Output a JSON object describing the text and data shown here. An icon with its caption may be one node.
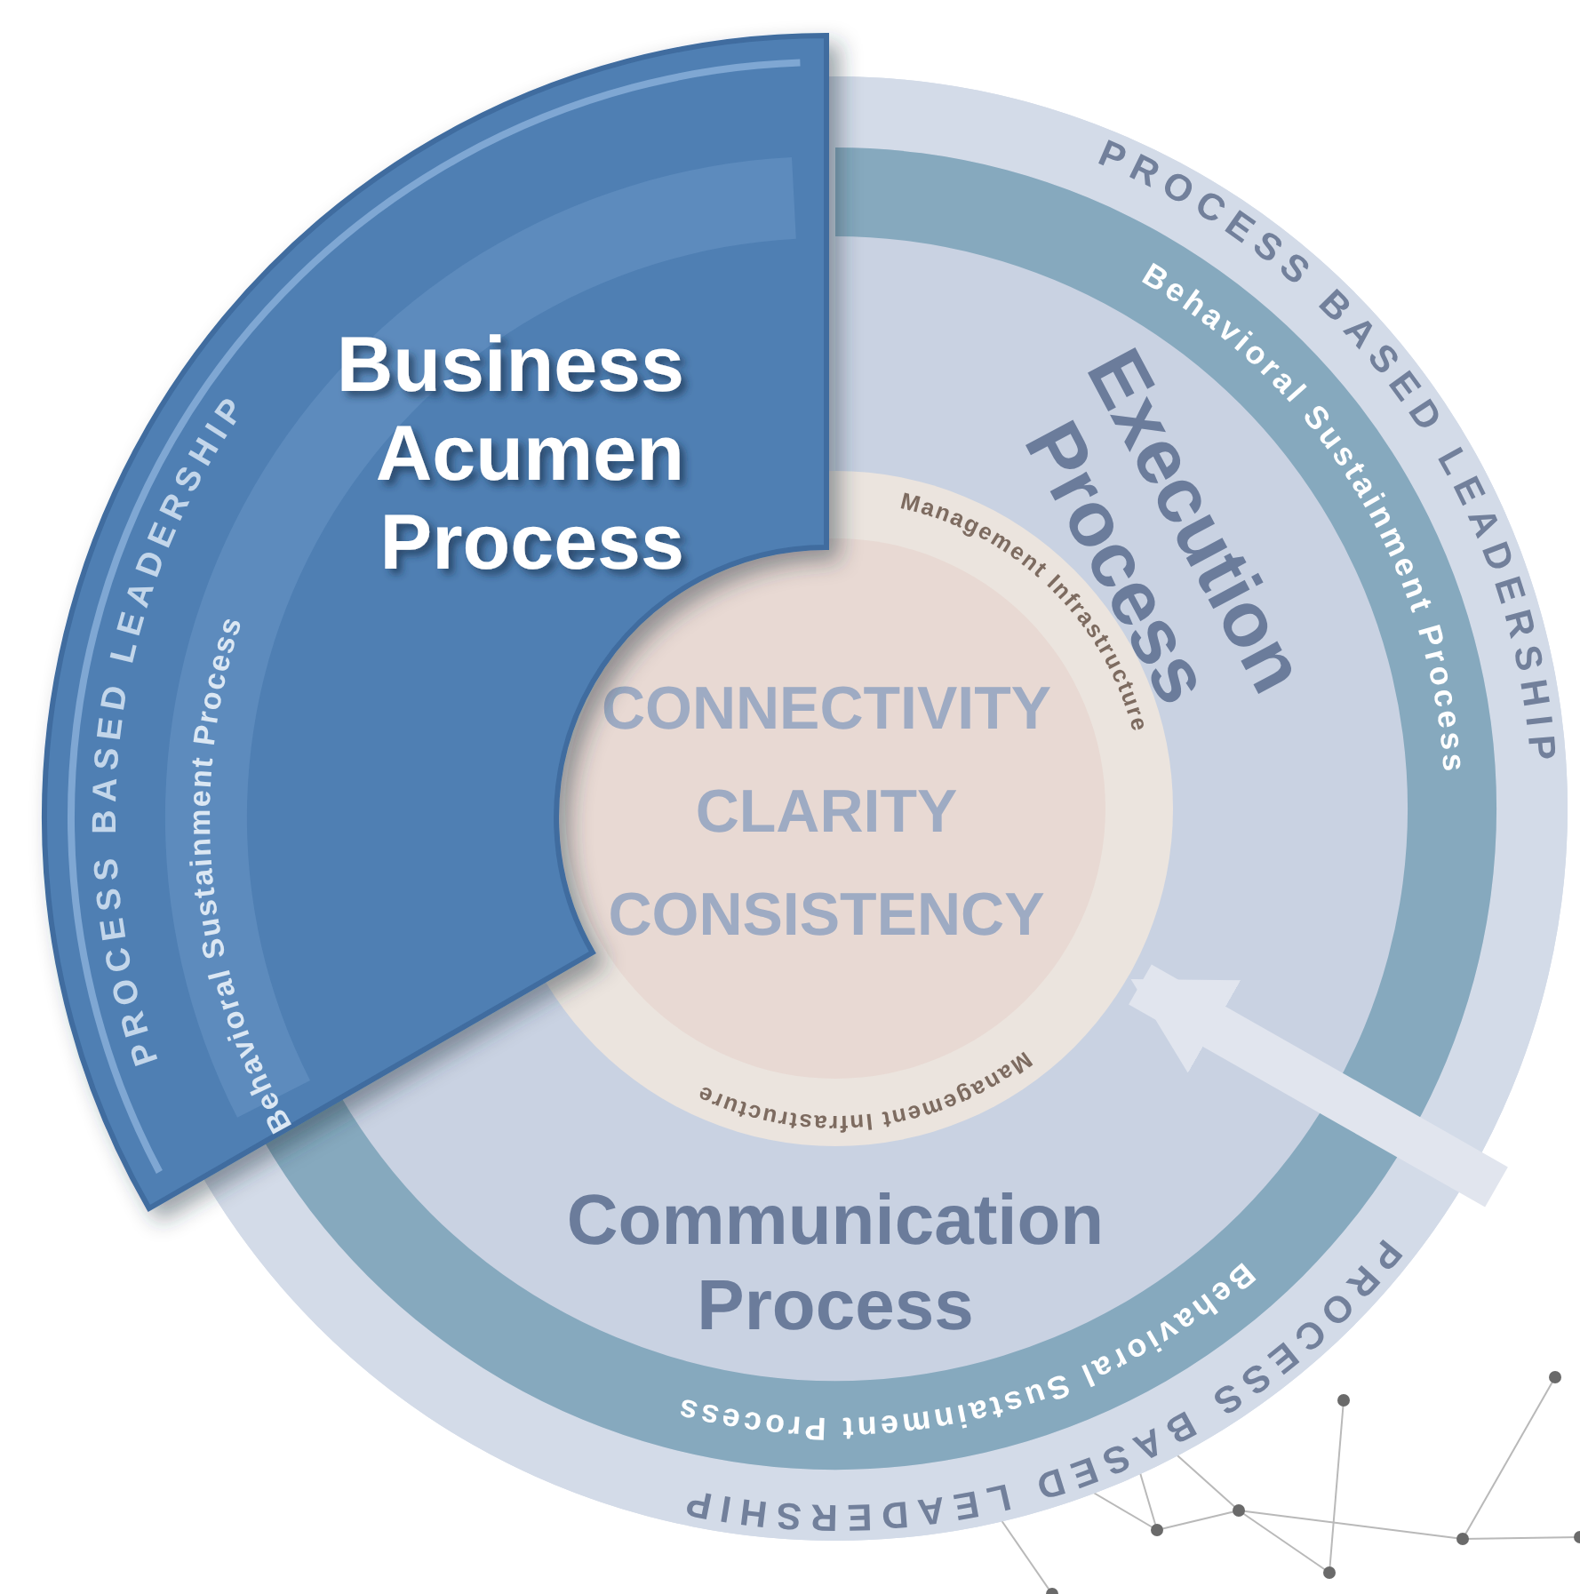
{
  "diagram": {
    "nodes": [
      {
        "text": [],
        "shape": "circle"
      },
      {
        "text": [
          "PROCESS BASED LEADERSHIP",
          "Behavioral Sustainment Process",
          "Business Acumen Process"
        ]
      },
      {
        "text": [
          "Execution Process",
          "Behavioral Sustainment Process",
          "PROCESS BASED LEADERSHIP"
        ],
        "in": 0
      },
      {
        "text": [
          "Communication Process",
          "Behavioral Sustainment Process",
          "PROCESS BASED LEADERSHIP"
        ],
        "in": 0
      },
      {
        "text": [
          "Management Infrastructure",
          "Management Infrastructure"
        ],
        "in": 0
      },
      {
        "text": [
          "CONNECTIVITY CLARITY CONSISTENCY"
        ],
        "in": 4
      }
    ],
    "edges": [
      {
        "from": null,
        "to": 4,
        "arrow": "to"
      }
    ]
  }
}
